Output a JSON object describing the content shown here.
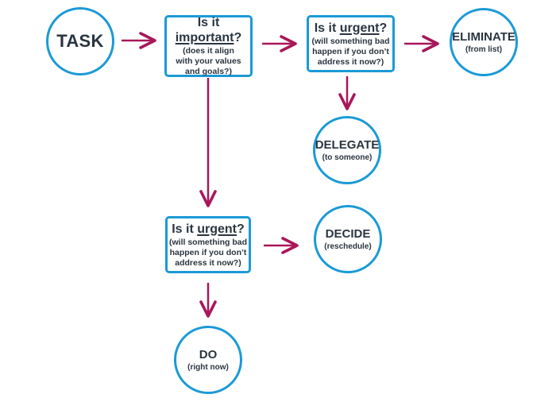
{
  "nodes": {
    "task": {
      "label": "TASK"
    },
    "important": {
      "prefix": "Is it ",
      "keyword": "important",
      "suffix": "?",
      "detail": [
        "(does it align",
        "with your values",
        "and goals?)"
      ]
    },
    "urgent_top": {
      "prefix": "Is it ",
      "keyword": "urgent",
      "suffix": "?",
      "detail": [
        "(will something bad",
        "happen if you don’t",
        "address it now?)"
      ]
    },
    "urgent_bottom": {
      "prefix": "Is it ",
      "keyword": "urgent",
      "suffix": "?",
      "detail": [
        "(will something bad",
        "happen if you don’t",
        "address it now?)"
      ]
    },
    "eliminate": {
      "label": "ELIMINATE",
      "sub": "(from list)"
    },
    "delegate": {
      "label": "DELEGATE",
      "sub": "(to someone)"
    },
    "decide": {
      "label": "DECIDE",
      "sub": "(reschedule)"
    },
    "do": {
      "label": "DO",
      "sub": "(right now)"
    }
  },
  "colors": {
    "border": "#1b9ad6",
    "arrow": "#a8175a",
    "text": "#2a3540"
  }
}
